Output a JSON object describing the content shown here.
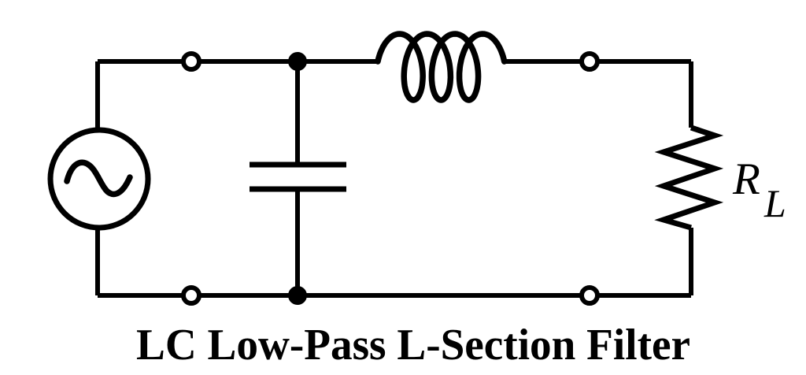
{
  "title": {
    "text": "LC Low-Pass L-Section Filter"
  },
  "labels": {
    "load_resistor": "R",
    "load_resistor_sub": "L"
  },
  "colors": {
    "line": "#000000",
    "background": "#ffffff"
  },
  "components": {
    "source": "ac-voltage-source",
    "series_element": "inductor",
    "shunt_element": "capacitor",
    "load": "resistor",
    "terminal_count": 4,
    "junction_count": 2
  }
}
